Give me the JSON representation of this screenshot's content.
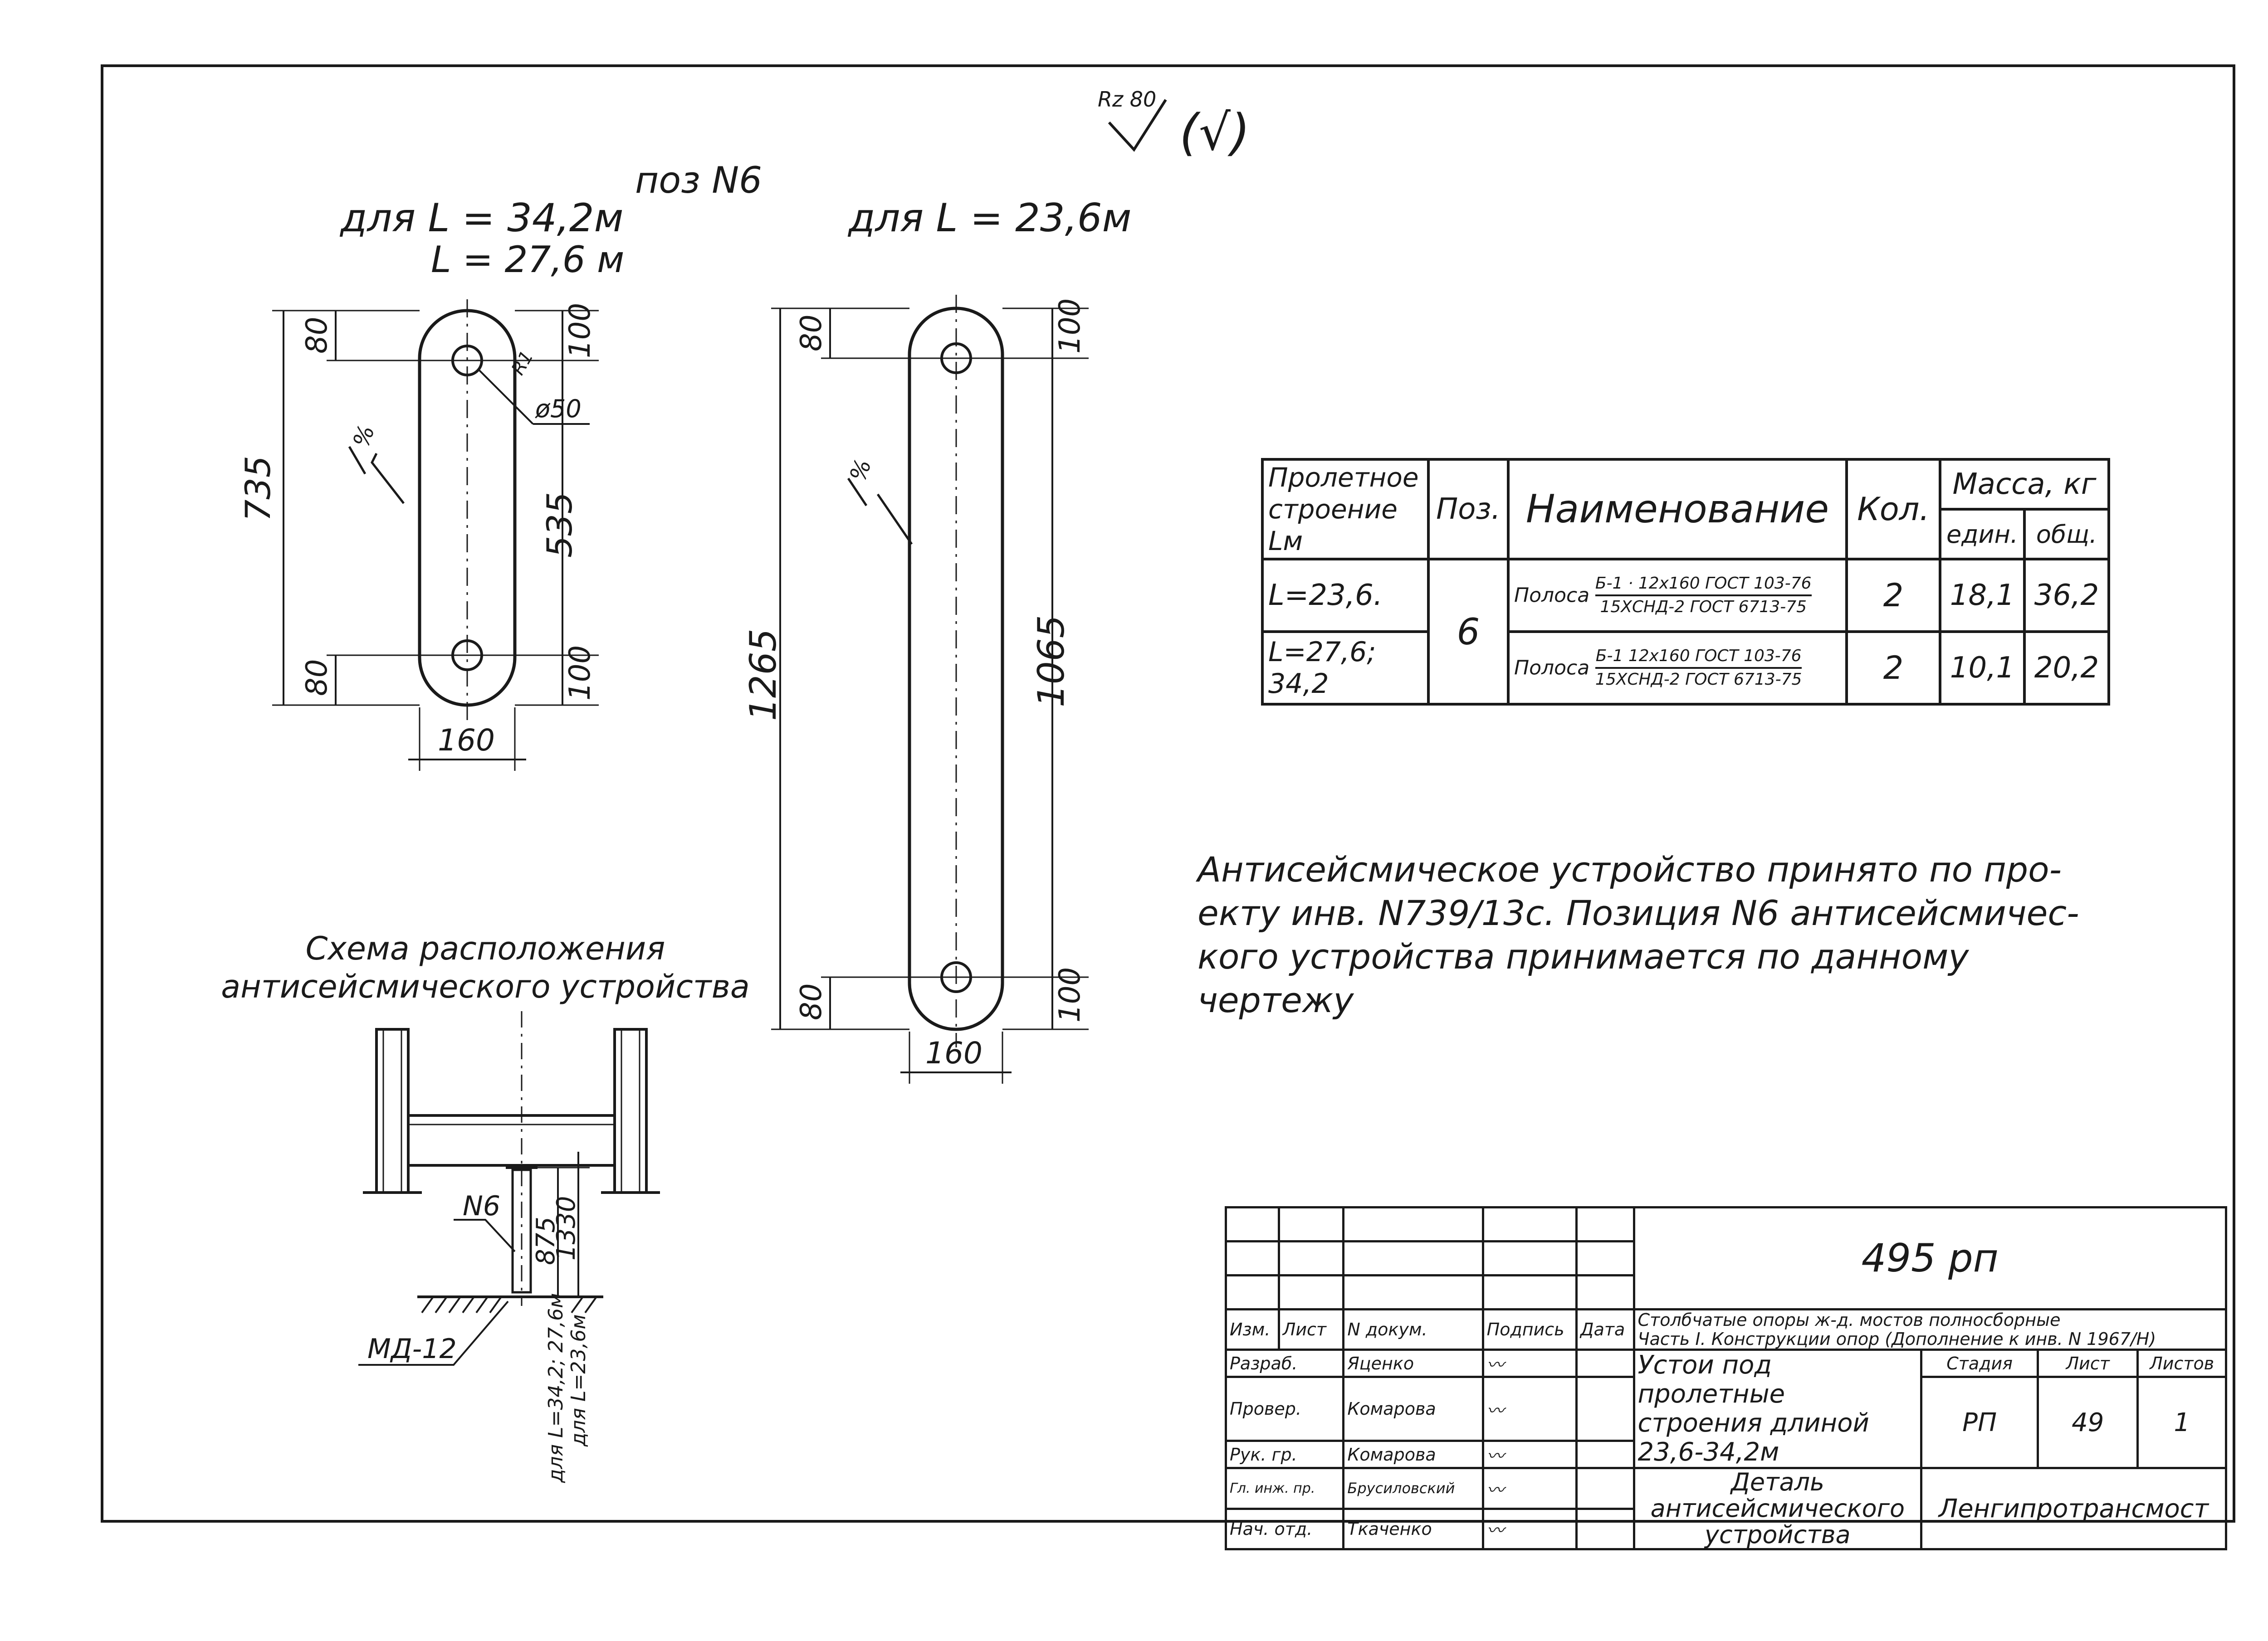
{
  "sheet": {
    "roughness": "Rz 80",
    "roughness_paren": "(√)",
    "view1_title_line1": "для  L = 34,2м",
    "view1_title_pos": "поз N6",
    "view1_title_line2": "L = 27,6 м",
    "view2_title": "для  L = 23,6м"
  },
  "view1": {
    "dim_total": "735",
    "dim_top": "80",
    "dim_bottom": "80",
    "dim_center": "535",
    "dim_top_r": "100",
    "dim_bottom_r": "100",
    "dim_width": "160",
    "hole_dia": "ø50",
    "hole_r": "R1"
  },
  "view2": {
    "dim_total": "1265",
    "dim_top": "80",
    "dim_bottom": "80",
    "dim_center": "1065",
    "dim_top_r": "100",
    "dim_bottom_r": "100",
    "dim_width": "160"
  },
  "scheme": {
    "title": "Схема расположения\nантисейсмического устройства",
    "label_n6": "N6",
    "label_md": "МД-12",
    "dim_875": "875",
    "dim_1330": "1330",
    "note_l1": "для L=34,2; 27,6м",
    "note_l2": "для L=23,6м"
  },
  "spec_table": {
    "h_span": "Пролетное строение Lм",
    "h_pos": "Поз.",
    "h_name": "Наименование",
    "h_qty": "Кол.",
    "h_mass": "Масса, кг",
    "h_unit": "един.",
    "h_total": "общ.",
    "pos": "6",
    "rows": [
      {
        "span": "L=23,6.",
        "name_prefix": "Полоса",
        "name_top": "Б-1 · 12х160 ГОСТ 103-76",
        "name_bottom": "15ХСНД-2 ГОСТ 6713-75",
        "qty": "2",
        "unit": "18,1",
        "total": "36,2"
      },
      {
        "span": "L=27,6; 34,2",
        "name_prefix": "Полоса",
        "name_top": "Б-1 12х160 ГОСТ 103-76",
        "name_bottom": "15ХСНД-2 ГОСТ 6713-75",
        "qty": "2",
        "unit": "10,1",
        "total": "20,2"
      }
    ]
  },
  "note": "Антисейсмическое устройство принято по про-\nекту инв. N739/13с. Позиция N6 антисейсмичес-\nкого устройства принимается по данному\nчертежу",
  "stamp": {
    "code": "495 рп",
    "project": "Столбчатые опоры ж-д. мостов полносборные",
    "project2": "Часть I. Конструкции опор (Дополнение к инв. N 1967/Н)",
    "h_izm": "Изм.",
    "h_list": "Лист",
    "h_doc": "N докум.",
    "h_sign": "Подпись",
    "h_date": "Дата",
    "rows": [
      {
        "role": "Разраб.",
        "name": "Яценко"
      },
      {
        "role": "Провер.",
        "name": "Комарова"
      },
      {
        "role": "Рук. гр.",
        "name": "Комарова"
      },
      {
        "role": "Гл. инж. пр.",
        "name": "Брусиловский"
      },
      {
        "role": "Нач. отд.",
        "name": "Ткаченко"
      }
    ],
    "object": "Устои под пролетные строения длиной 23,6-34,2м",
    "stage_h": "Стадия",
    "list_h": "Лист",
    "lists_h": "Листов",
    "stage": "РП",
    "list": "49",
    "lists": "1",
    "detail": "Деталь антисейсмического устройства",
    "org": "Ленгипротрансмост"
  }
}
